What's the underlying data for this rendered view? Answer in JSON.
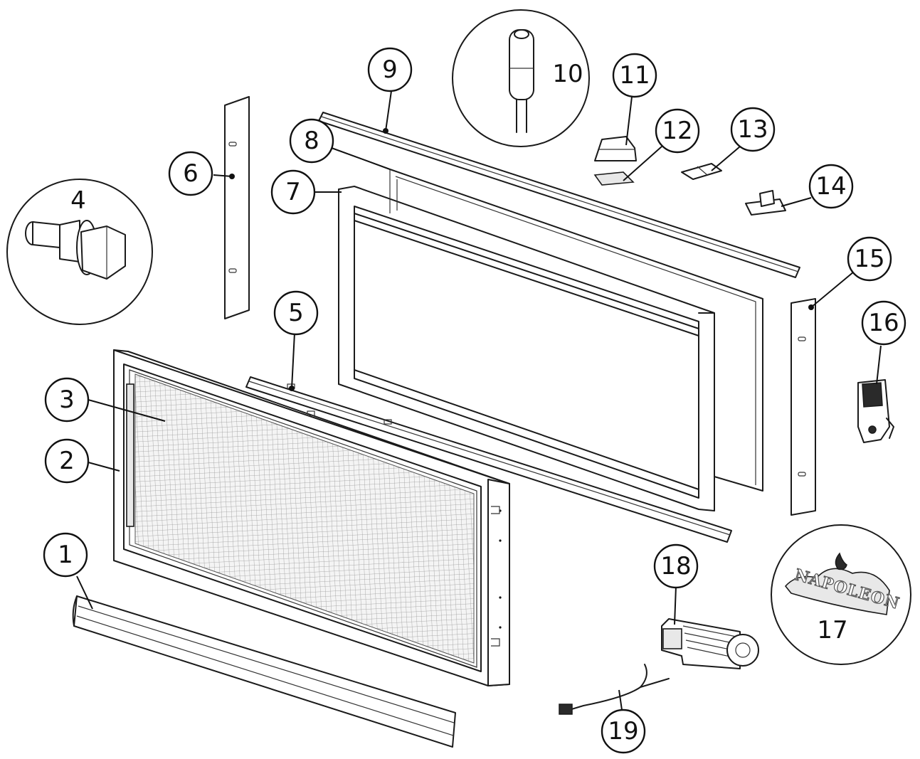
{
  "callouts": {
    "c1": "1",
    "c2": "2",
    "c3": "3",
    "c4": "4",
    "c5": "5",
    "c6": "6",
    "c7": "7",
    "c8": "8",
    "c9": "9",
    "c10": "10",
    "c11": "11",
    "c12": "12",
    "c13": "13",
    "c14": "14",
    "c15": "15",
    "c16": "16",
    "c17": "17",
    "c18": "18",
    "c19": "19"
  },
  "logo_text": "NAPOLEON"
}
